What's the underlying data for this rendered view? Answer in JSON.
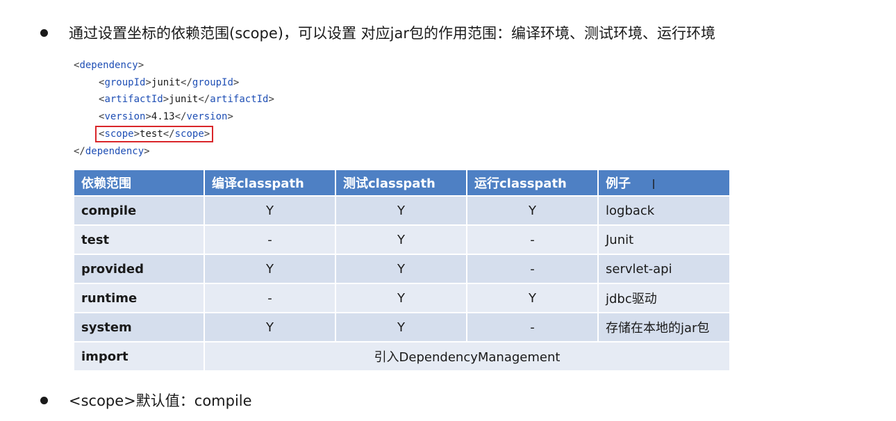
{
  "bullets": [
    {
      "text": "通过设置坐标的依赖范围(scope)，可以设置 对应jar包的作用范围：编译环境、测试环境、运行环境"
    },
    {
      "text": "<scope>默认值：compile"
    }
  ],
  "code": {
    "dependency_tag": "dependency",
    "groupId_tag": "groupId",
    "groupId_value": "junit",
    "artifactId_tag": "artifactId",
    "artifactId_value": "junit",
    "version_tag": "version",
    "version_value": "4.13",
    "scope_tag": "scope",
    "scope_value": "test"
  },
  "table": {
    "headers": [
      "依赖范围",
      "编译classpath",
      "测试classpath",
      "运行classpath",
      "例子"
    ],
    "rows": [
      {
        "scope": "compile",
        "compile": "Y",
        "test": "Y",
        "runtime": "Y",
        "example": "logback"
      },
      {
        "scope": "test",
        "compile": "-",
        "test": "Y",
        "runtime": "-",
        "example": "Junit"
      },
      {
        "scope": "provided",
        "compile": "Y",
        "test": "Y",
        "runtime": "-",
        "example": "servlet-api"
      },
      {
        "scope": "runtime",
        "compile": "-",
        "test": "Y",
        "runtime": "Y",
        "example": "jdbc驱动"
      },
      {
        "scope": "system",
        "compile": "Y",
        "test": "Y",
        "runtime": "-",
        "example": "存储在本地的jar包"
      }
    ],
    "import_row": {
      "scope": "import",
      "merged": "引入DependencyManagement"
    }
  },
  "colors": {
    "header_bg": "#4e80c4",
    "row_bg": "#e6ebf4",
    "row_alt_bg": "#d5deed",
    "highlight_border": "#d9262a",
    "tag_color": "#1f4fb5"
  }
}
